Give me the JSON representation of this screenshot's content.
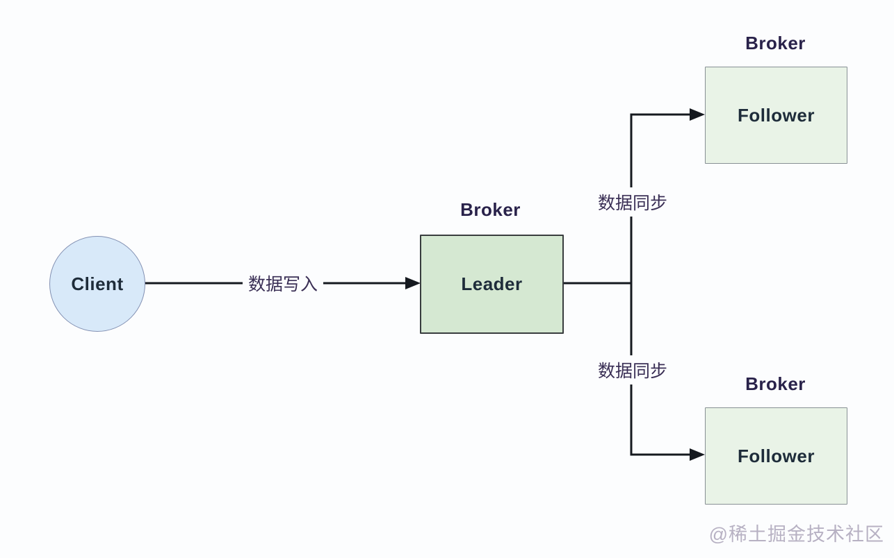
{
  "diagram": {
    "client": {
      "label": "Client"
    },
    "leader": {
      "title": "Broker",
      "label": "Leader"
    },
    "follower_top": {
      "title": "Broker",
      "label": "Follower"
    },
    "follower_bottom": {
      "title": "Broker",
      "label": "Follower"
    },
    "edges": {
      "write_label": "数据写入",
      "sync_top_label": "数据同步",
      "sync_bottom_label": "数据同步"
    },
    "watermark": "@稀土掘金技术社区"
  },
  "colors": {
    "bg": "#fcfdfe",
    "line": "#15191f",
    "client_fill": "#d8e9f9",
    "client_border": "#8290b2",
    "leader_fill": "#d5e8d2",
    "leader_border": "#383c3e",
    "follower_fill": "#e9f3e7",
    "follower_border": "#879094",
    "title_text": "#29224a",
    "node_text": "#1e2c3a",
    "edge_label_text": "#3a2f55",
    "watermark_text": "#b7b1c3"
  }
}
